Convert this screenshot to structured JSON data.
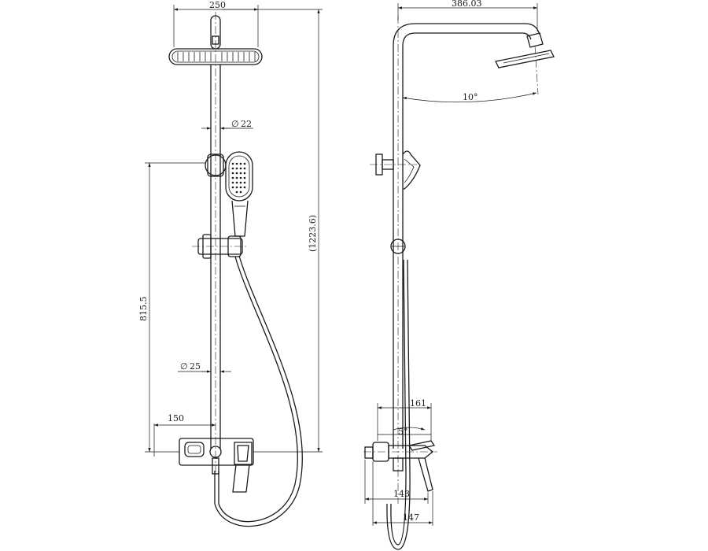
{
  "front_view": {
    "dims": {
      "head_width": "250",
      "pipe_diameter_upper": "22",
      "pipe_diameter_lower": "25",
      "overall_height": "(1223.6)",
      "bar_height": "815.5",
      "mixer_offset": "150"
    },
    "diameter_symbol": "∅"
  },
  "side_view": {
    "dims": {
      "arm_reach": "386.03",
      "head_tilt": "10°",
      "mixer_depth": "161",
      "handle_angle": "5°",
      "spout_depth": "143",
      "lever_depth": "147"
    }
  }
}
